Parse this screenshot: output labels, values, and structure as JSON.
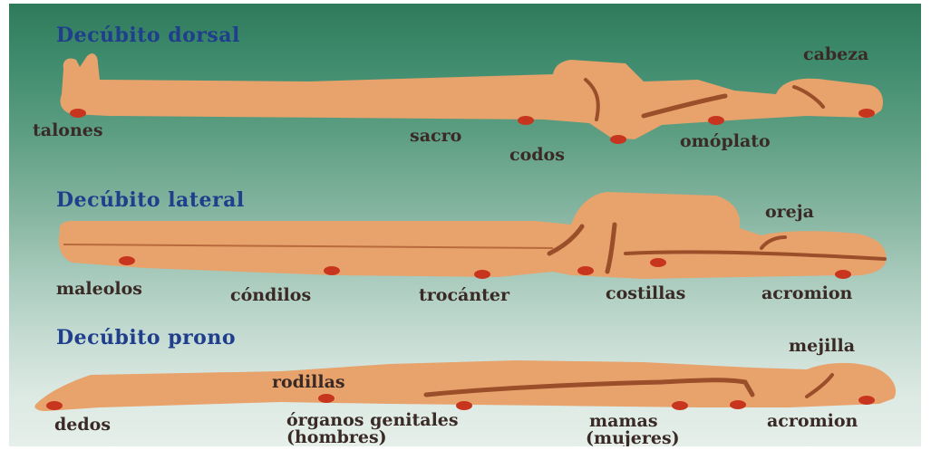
{
  "sections": [
    {
      "title": "Decúbito dorsal",
      "labels": [
        "talones",
        "sacro",
        "codos",
        "omóplato",
        "cabeza"
      ]
    },
    {
      "title": "Decúbito lateral",
      "labels": [
        "maleolos",
        "cóndilos",
        "trocánter",
        "costillas",
        "acromion",
        "oreja"
      ]
    },
    {
      "title": "Decúbito prono",
      "labels": [
        "dedos",
        "rodillas",
        "órganos genitales",
        "(hombres)",
        "mamas",
        "(mujeres)",
        "acromion",
        "mejilla"
      ]
    }
  ],
  "colors": {
    "body": "#e8a26b",
    "body_edge": "#d98c55",
    "shadow": "#9a4e2a",
    "pressure_point": "#c8351f",
    "title": "#1f3e8c",
    "label": "#3a2a25"
  }
}
